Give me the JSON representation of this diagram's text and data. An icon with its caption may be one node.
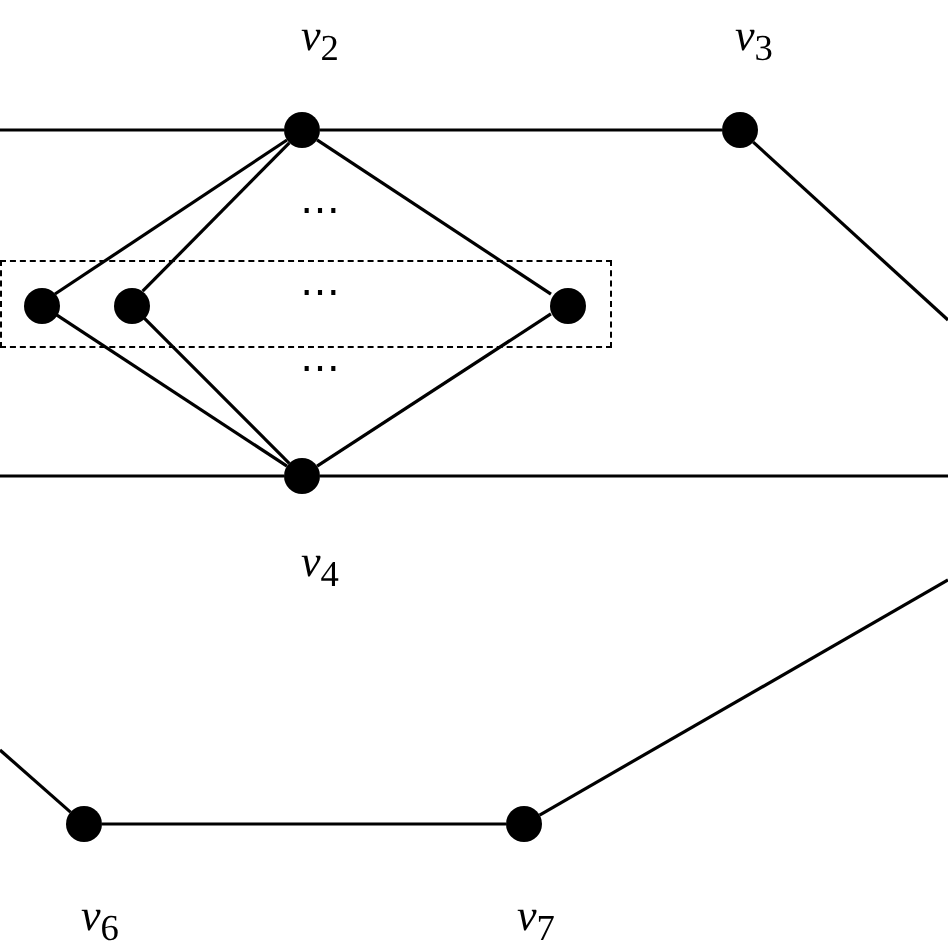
{
  "diagram": {
    "nodes": [
      {
        "text": [],
        "shape": "circle",
        "beside": [
          "*v*$_{2}$"
        ]
      },
      {
        "text": [],
        "shape": "circle",
        "beside": [
          "*v*$_{3}$"
        ]
      },
      {
        "text": [],
        "shape": "box"
      },
      {
        "text": [],
        "shape": "circle",
        "in": 2
      },
      {
        "text": [],
        "shape": "circle",
        "in": 2
      },
      {
        "text": [],
        "shape": "circle",
        "in": 2
      },
      {
        "text": [],
        "shape": "circle",
        "beside": [
          "*v*$_{4}$"
        ]
      },
      {
        "text": [],
        "shape": "circle",
        "beside": [
          "*v*$_{6}$"
        ]
      },
      {
        "text": [],
        "shape": "circle",
        "beside": [
          "*v*$_{7}$"
        ]
      }
    ],
    "edges": [
      {
        "from": null,
        "to": 0,
        "arrow": "none"
      },
      {
        "from": 0,
        "to": 1,
        "arrow": "none"
      },
      {
        "from": 1,
        "to": null,
        "arrow": "none"
      },
      {
        "from": 0,
        "to": 3,
        "arrow": "none"
      },
      {
        "from": 0,
        "to": 4,
        "arrow": "none"
      },
      {
        "from": 0,
        "to": 5,
        "arrow": "none"
      },
      {
        "from": 3,
        "to": 6,
        "arrow": "none"
      },
      {
        "from": 4,
        "to": 6,
        "arrow": "none"
      },
      {
        "from": 5,
        "to": 6,
        "arrow": "none"
      },
      {
        "from": null,
        "to": 6,
        "arrow": "none"
      },
      {
        "from": 6,
        "to": null,
        "arrow": "none"
      },
      {
        "from": null,
        "to": 7,
        "arrow": "none"
      },
      {
        "from": 7,
        "to": 8,
        "arrow": "none"
      },
      {
        "from": 8,
        "to": null,
        "arrow": "none"
      }
    ],
    "labels": [
      "⋯",
      "⋯",
      "⋯"
    ]
  }
}
